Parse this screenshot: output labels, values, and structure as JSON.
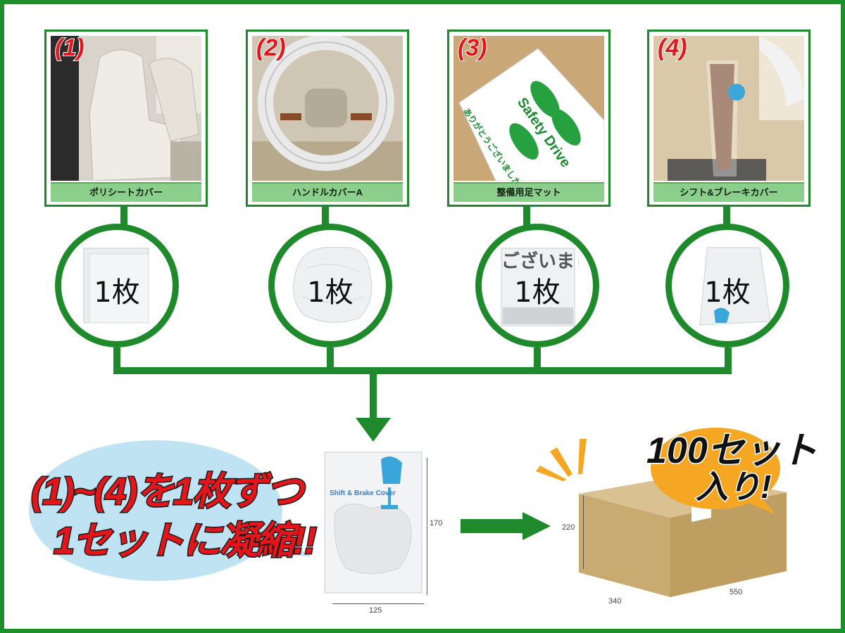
{
  "items": [
    {
      "number": "(1)",
      "caption": "ポリシートカバー",
      "quantity": "1枚"
    },
    {
      "number": "(2)",
      "caption": "ハンドルカバーA",
      "quantity": "1枚"
    },
    {
      "number": "(3)",
      "caption": "整備用足マット",
      "quantity": "1枚"
    },
    {
      "number": "(4)",
      "caption": "シフト&ブレーキカバー",
      "quantity": "1枚"
    }
  ],
  "mat_text": {
    "title": "Safety Drive",
    "thanks": "ありがとうございました。",
    "circle_text": "ございまし"
  },
  "bubble": {
    "line1": "(1)~(4)を1枚ずつ",
    "line2": "1セットに凝縮!!"
  },
  "package": {
    "label": "Shift & Brake Cover",
    "width": "125",
    "height": "170"
  },
  "box": {
    "height": "220",
    "depth": "340",
    "width": "550"
  },
  "badge": {
    "line1": "100セット",
    "line2": "入り!"
  },
  "colors": {
    "frame_green": "#1e8f2a",
    "caption_green": "#8ccf8c",
    "number_red": "#e3161c",
    "badge_orange": "#f5a623",
    "bubble_blue": "#bfe3f2"
  }
}
